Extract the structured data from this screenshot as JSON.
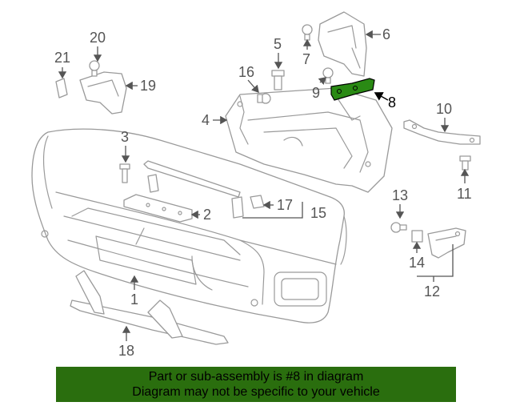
{
  "diagram": {
    "highlight_color": "#2a8a14",
    "callouts": {
      "c1": "1",
      "c2": "2",
      "c3": "3",
      "c4": "4",
      "c5": "5",
      "c6": "6",
      "c7": "7",
      "c8": "8",
      "c9": "9",
      "c10": "10",
      "c11": "11",
      "c12": "12",
      "c13": "13",
      "c14": "14",
      "c15": "15",
      "c16": "16",
      "c17": "17",
      "c18": "18",
      "c19": "19",
      "c20": "20",
      "c21": "21"
    }
  },
  "banner": {
    "line1": "Part or sub-assembly is #8 in diagram",
    "line2": "Diagram may not be specific to your vehicle",
    "background": "#2a6e0e"
  }
}
